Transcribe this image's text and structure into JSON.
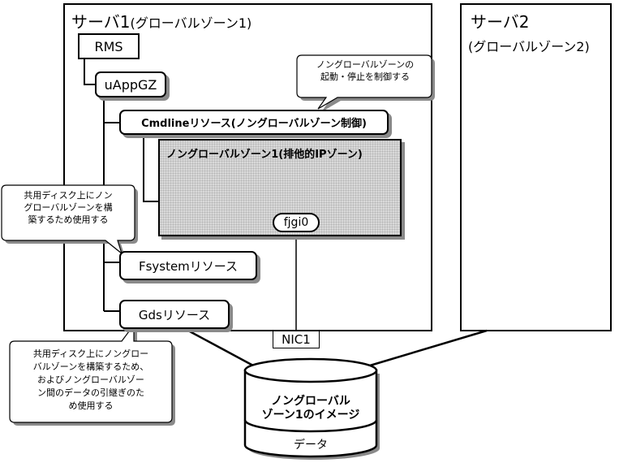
{
  "server1": {
    "title": "サーバ1",
    "subtitle": "(グローバルゾーン1)"
  },
  "server2": {
    "title": "サーバ2",
    "subtitle": "(グローバルゾーン2)"
  },
  "rms": {
    "label": "RMS"
  },
  "uappgz": {
    "label": "uAppGZ"
  },
  "cmdline": {
    "label": "Cmdlineリソース(ノングローバルゾーン制御)"
  },
  "ngzone": {
    "label": "ノングローバルゾーン1(排他的IPゾーン)",
    "nic_label": "fjgi0"
  },
  "fsystem": {
    "label": "Fsystemリソース"
  },
  "gds": {
    "label": "Gdsリソース"
  },
  "nic": {
    "label": "NIC1"
  },
  "callouts": {
    "ngz_control": [
      "ノングローバルゾーンの",
      "起動・停止を制御する"
    ],
    "fsystem_note": [
      "共用ディスク上にノン",
      "グローバルゾーンを構",
      "築するため使用する"
    ],
    "gds_note": [
      "共用ディスク上にノングロー",
      "バルゾーンを構築するため、",
      "およびノングローバルゾー",
      "ン間のデータの引継ぎのた",
      "め使用する"
    ]
  },
  "disk": {
    "image_label": [
      "ノングローバル",
      "ゾーン1のイメージ"
    ],
    "data_label": "データ"
  }
}
